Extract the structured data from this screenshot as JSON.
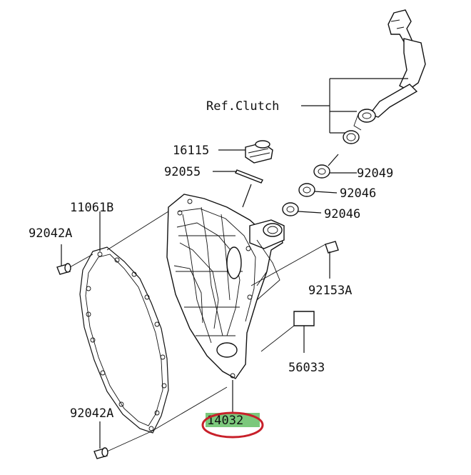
{
  "diagram": {
    "ref_label": "Ref.Clutch",
    "part_numbers": {
      "cap_bolt": "16115",
      "clip": "92055",
      "gasket": "11061B",
      "dowel_pin_top": "92042A",
      "dowel_pin_bottom": "92042A",
      "oil_seal": "92049",
      "bearing_upper": "92046",
      "bearing_lower": "92046",
      "cover_bolt": "92153A",
      "label_plate": "56033",
      "clutch_cover": "14032"
    },
    "highlight": {
      "target_part": "14032",
      "ring_color": "#c8202a",
      "label_fill": "#7cc87c"
    }
  }
}
